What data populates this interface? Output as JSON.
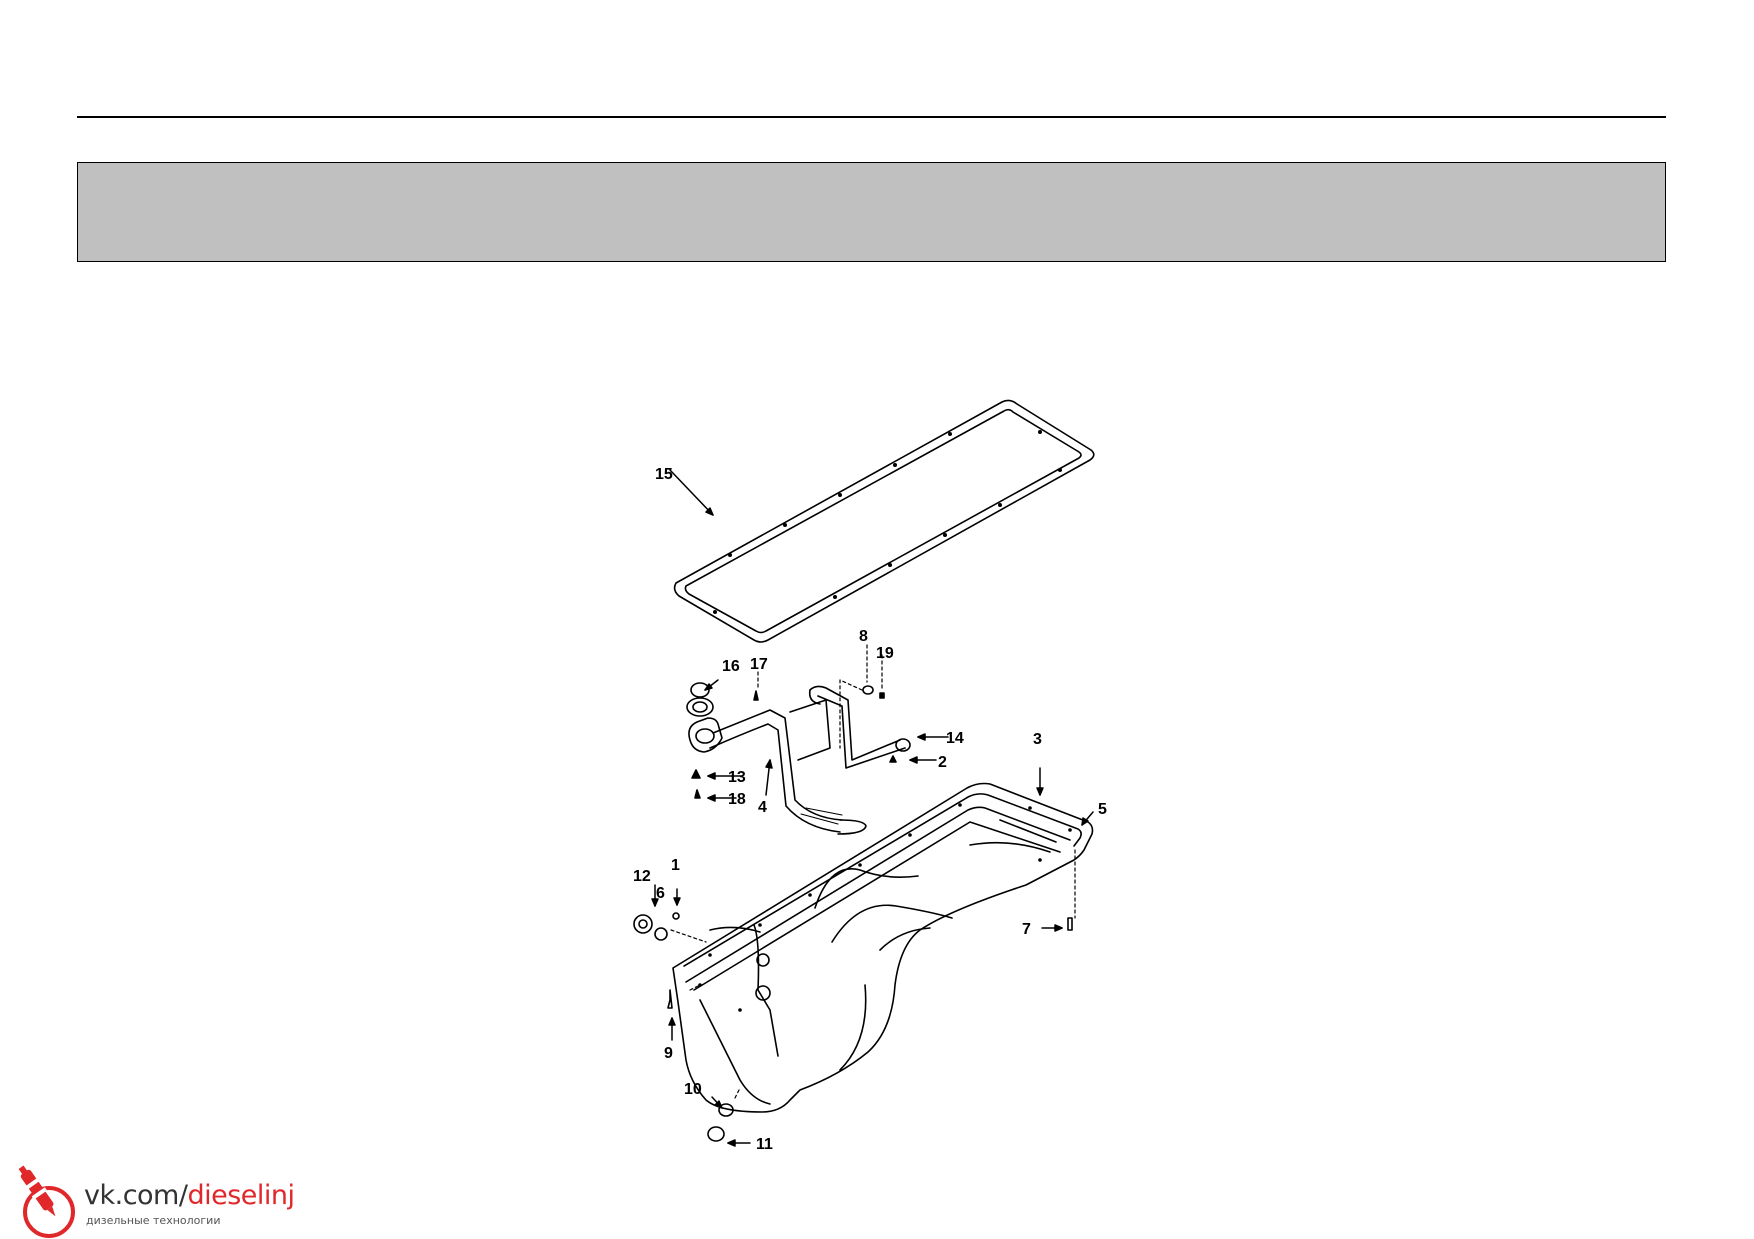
{
  "page": {
    "header_band_text": ""
  },
  "diagram": {
    "callouts": [
      "1",
      "2",
      "3",
      "4",
      "5",
      "6",
      "7",
      "8",
      "9",
      "10",
      "11",
      "12",
      "13",
      "14",
      "15",
      "16",
      "17",
      "18",
      "19"
    ]
  },
  "watermark": {
    "site_prefix": "vk.com/",
    "site_highlight": "dieselinj",
    "subtitle": "дизельные технологии",
    "accent_color": "#e0282b",
    "icon": "fuel-injector-logo"
  },
  "colors": {
    "band": "#c0c0c0",
    "line": "#000000"
  }
}
